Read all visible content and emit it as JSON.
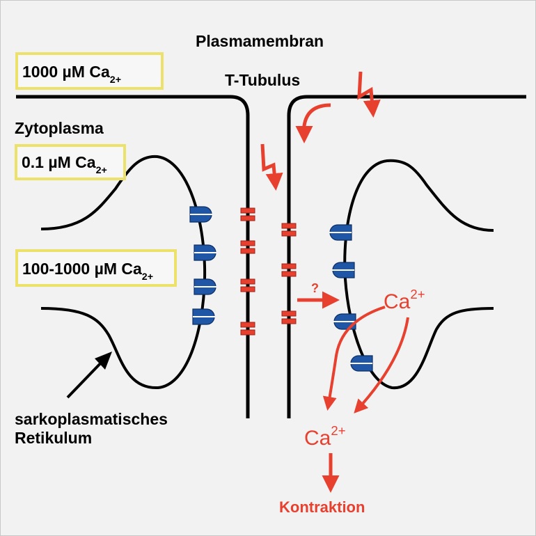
{
  "labels": {
    "plasma_membrane": "Plasmamembran",
    "t_tubule": "T-Tubulus",
    "cytoplasm": "Zytoplasma",
    "sr_line1": "sarkoplasmatisches",
    "sr_line2": "Retikulum",
    "question": "?",
    "contraction": "Kontraktion"
  },
  "concentration_boxes": {
    "extracellular": {
      "value": "1000 µM Ca",
      "sup": "2+"
    },
    "cytoplasm": {
      "value": "0.1 µM Ca",
      "sup": "2+"
    },
    "reticulum": {
      "value": "100-1000 µM Ca",
      "sup": "2+"
    }
  },
  "ions": {
    "released": {
      "base": "Ca",
      "sup": "2+"
    },
    "cytosolic": {
      "base": "Ca",
      "sup": "2+"
    }
  },
  "colors": {
    "background": "#f2f2f2",
    "membrane": "#000000",
    "arrow_red": "#e8402f",
    "ryanodine_receptor_blue": "#1f56a6",
    "box_border_yellow": "#ece16a"
  }
}
